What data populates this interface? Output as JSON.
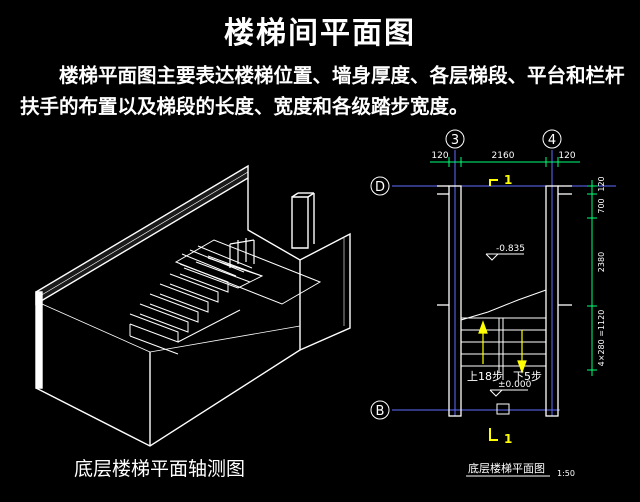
{
  "title": "楼梯间平面图",
  "description": "楼梯平面图主要表达楼梯位置、墙身厚度、各层梯段、平台和栏杆扶手的布置以及梯段的长度、宽度和各级踏步宽度。",
  "axonometric_caption": "底层楼梯平面轴测图",
  "plan": {
    "axis_3": "3",
    "axis_4": "4",
    "axis_D": "D",
    "axis_B": "B",
    "dim_top_left": "120",
    "dim_top_mid": "2160",
    "dim_top_right": "120",
    "dim_right_1": "120",
    "dim_right_2": "700",
    "dim_right_3": "2380",
    "dim_right_4": "4×280 =1120",
    "elevation_landing": "-0.835",
    "elevation_floor": "±0.000",
    "up_label": "上18步",
    "down_label": "下5步",
    "section_label": "1",
    "plan_caption": "底层楼梯平面图",
    "scale": "1:50"
  },
  "colors": {
    "background": "#000000",
    "wall": "#ffffff",
    "axis": "#5f6bff",
    "dim": "#00ff7a",
    "marker": "#ffff00",
    "text": "#ffffff"
  }
}
